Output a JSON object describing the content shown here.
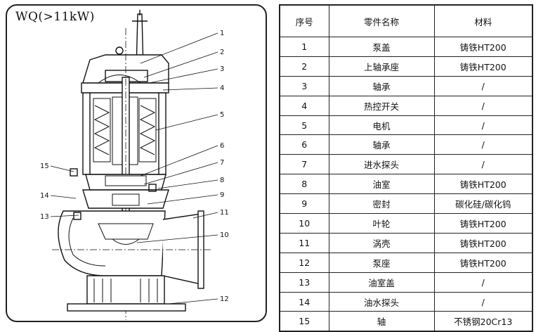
{
  "drawing": {
    "model_label": "WQ(>11kW)",
    "callouts": [
      "1",
      "2",
      "3",
      "4",
      "5",
      "6",
      "7",
      "8",
      "9",
      "10",
      "11",
      "12",
      "13",
      "14",
      "15"
    ]
  },
  "table": {
    "headers": [
      "序号",
      "零件名称",
      "材料"
    ],
    "rows": [
      {
        "no": "1",
        "name": "泵盖",
        "material": "铸铁HT200"
      },
      {
        "no": "2",
        "name": "上轴承座",
        "material": "铸铁HT200"
      },
      {
        "no": "3",
        "name": "轴承",
        "material": "/"
      },
      {
        "no": "4",
        "name": "热控开关",
        "material": "/"
      },
      {
        "no": "5",
        "name": "电机",
        "material": "/"
      },
      {
        "no": "6",
        "name": "轴承",
        "material": "/"
      },
      {
        "no": "7",
        "name": "进水探头",
        "material": "/"
      },
      {
        "no": "8",
        "name": "油室",
        "material": "铸铁HT200"
      },
      {
        "no": "9",
        "name": "密封",
        "material": "碳化硅/碳化钨"
      },
      {
        "no": "10",
        "name": "叶轮",
        "material": "铸铁HT200"
      },
      {
        "no": "11",
        "name": "涡壳",
        "material": "铸铁HT200"
      },
      {
        "no": "12",
        "name": "泵座",
        "material": "铸铁HT200"
      },
      {
        "no": "13",
        "name": "油室盖",
        "material": "/"
      },
      {
        "no": "14",
        "name": "油水探头",
        "material": "/"
      },
      {
        "no": "15",
        "name": "轴",
        "material": "不锈钢20Cr13"
      }
    ]
  }
}
